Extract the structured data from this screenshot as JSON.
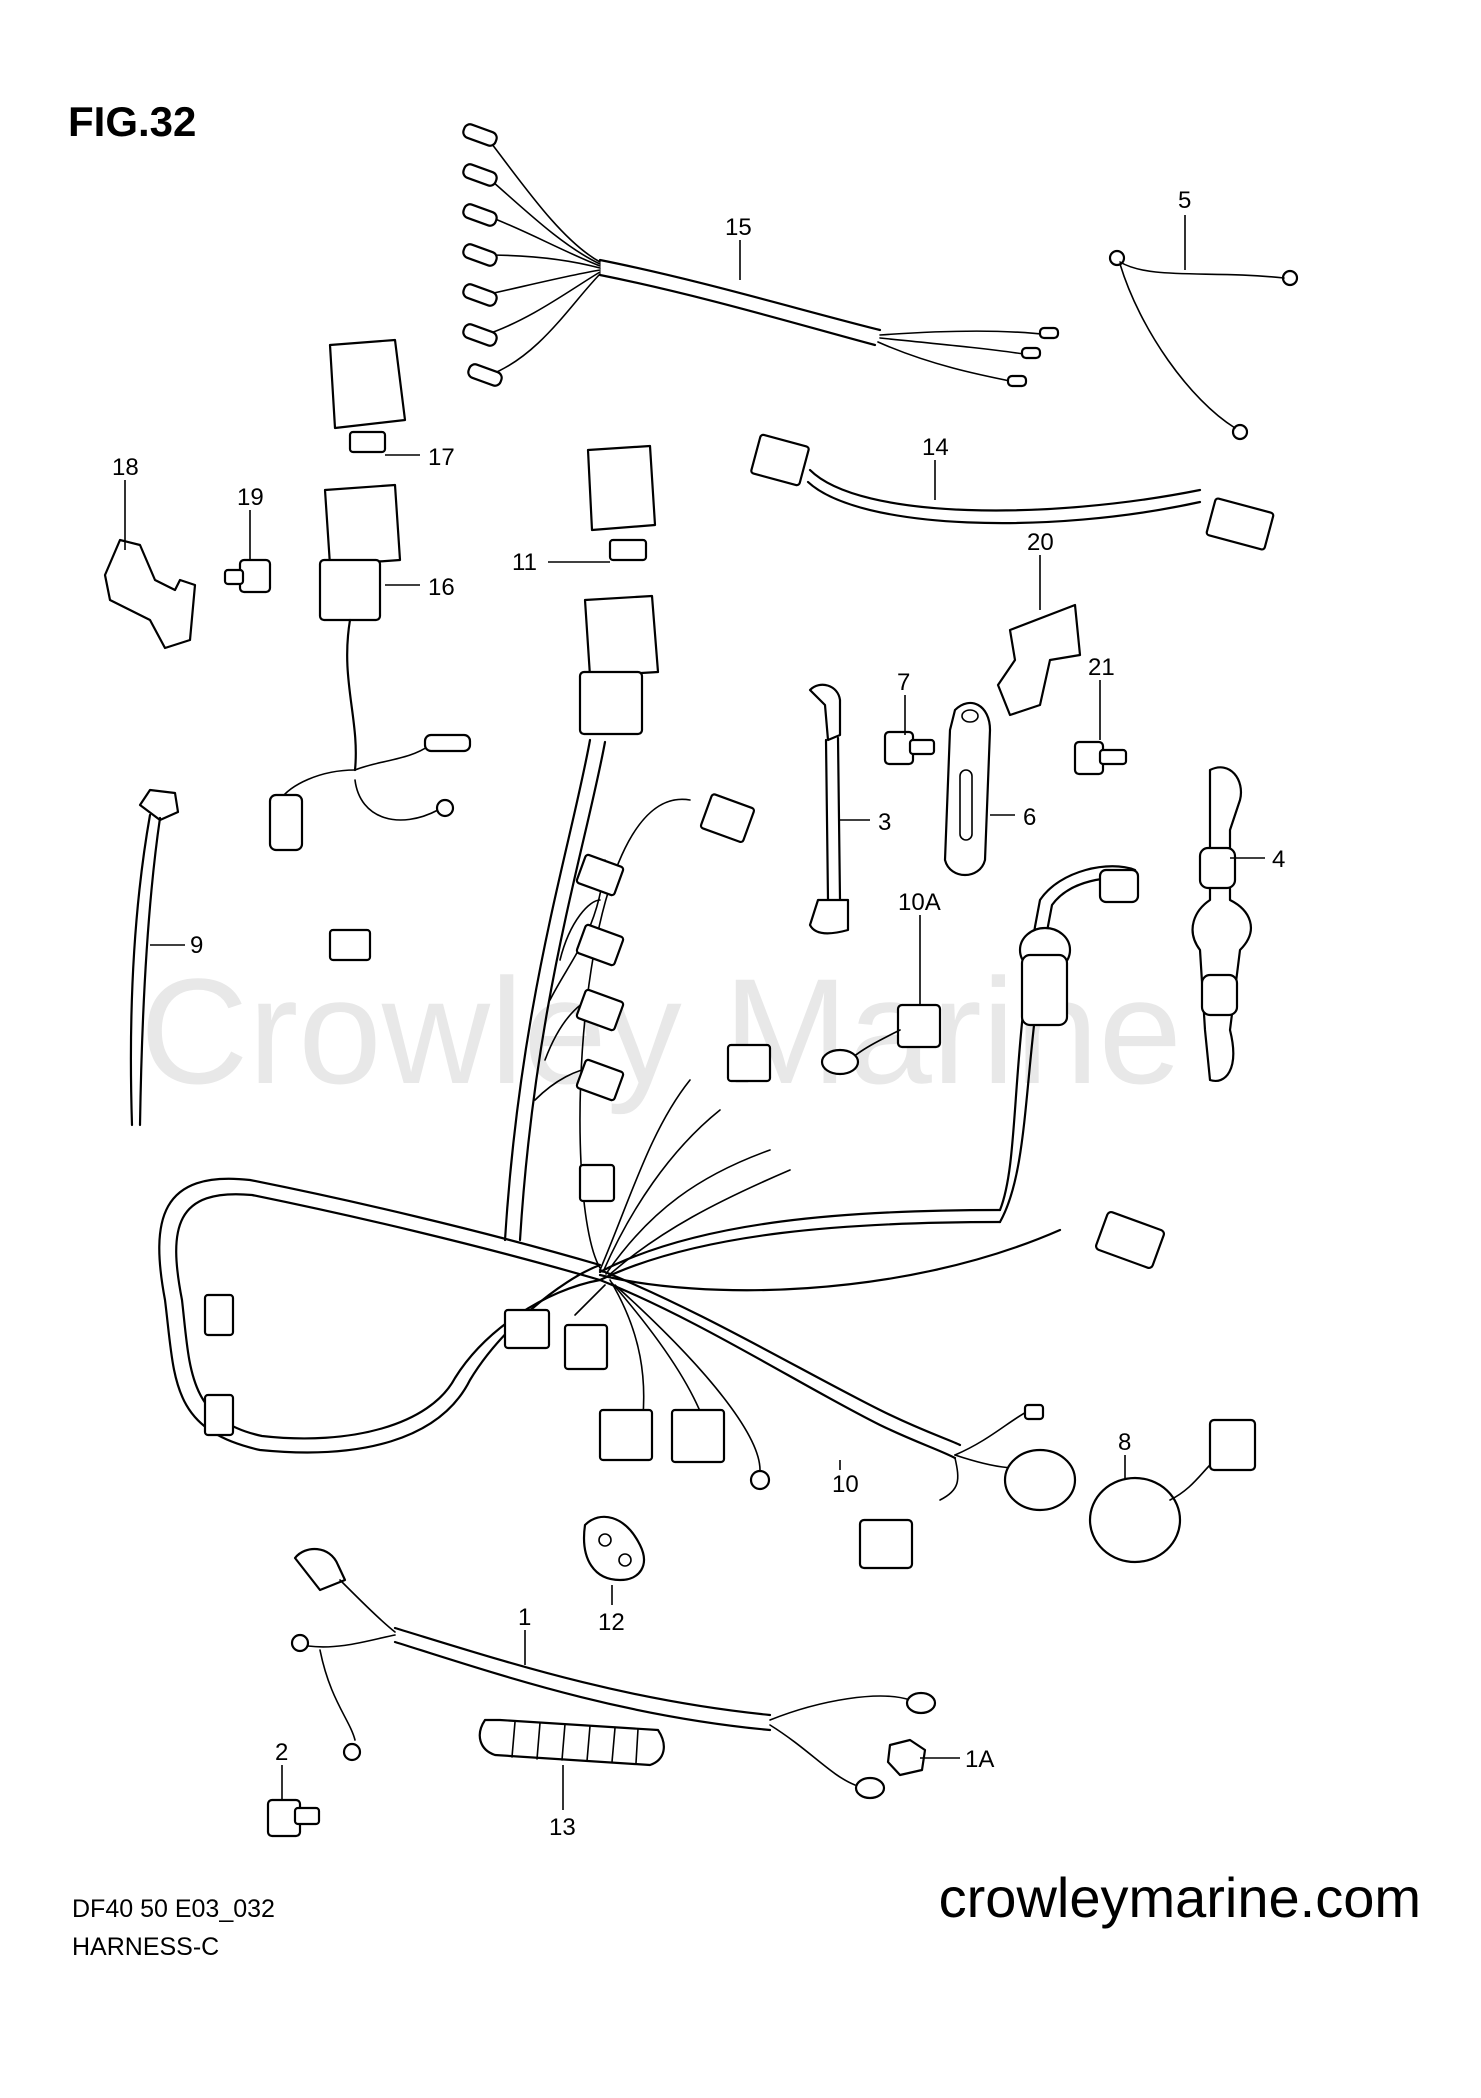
{
  "header": {
    "figure_label": "FIG.32"
  },
  "watermark": {
    "text": "Crowley Marine"
  },
  "footer": {
    "model_code": "DF40 50 E03_032",
    "section_name": "HARNESS-C",
    "website": "crowleymarine.com"
  },
  "callouts": {
    "c1": "1",
    "c1A": "1A",
    "c2": "2",
    "c3": "3",
    "c4": "4",
    "c5": "5",
    "c6": "6",
    "c7": "7",
    "c8": "8",
    "c9": "9",
    "c10": "10",
    "c10A": "10A",
    "c11": "11",
    "c12": "12",
    "c13": "13",
    "c14": "14",
    "c15": "15",
    "c16": "16",
    "c17": "17",
    "c18": "18",
    "c19": "19",
    "c20": "20",
    "c21": "21"
  }
}
